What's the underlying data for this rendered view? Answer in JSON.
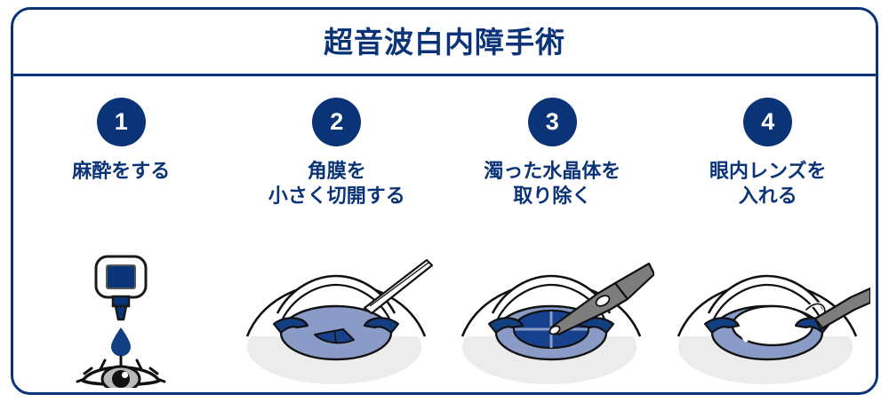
{
  "header": {
    "title": "超音波白内障手術"
  },
  "colors": {
    "navy": "#0b3478",
    "periwinkle": "#8a9bc8",
    "lens_dark": "#17418c",
    "sclera": "#ececec",
    "instrument_gray": "#7d7d7d",
    "iris_gray": "#b9b9b9",
    "white": "#ffffff"
  },
  "steps": [
    {
      "number": "1",
      "label": "麻酔をする",
      "illustration": "eye-drop-bottle-and-eye"
    },
    {
      "number": "2",
      "label": "角膜を\n小さく切開する",
      "illustration": "eye-cross-section-corneal-incision"
    },
    {
      "number": "3",
      "label": "濁った水晶体を\n取り除く",
      "illustration": "eye-cross-section-phacoemulsification"
    },
    {
      "number": "4",
      "label": "眼内レンズを\n入れる",
      "illustration": "eye-cross-section-iol-insertion"
    }
  ]
}
